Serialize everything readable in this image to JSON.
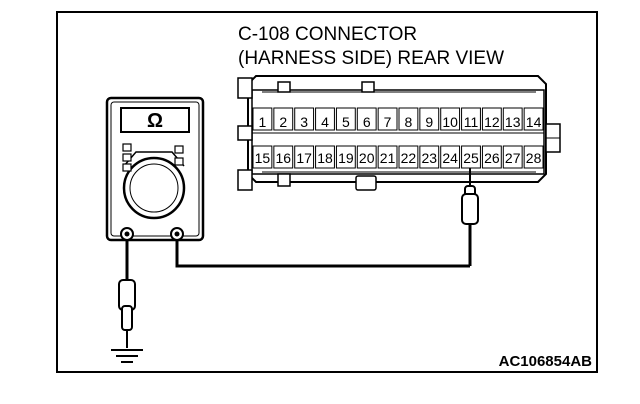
{
  "title_line1": "C-108 CONNECTOR",
  "title_line2": "(HARNESS SIDE) REAR VIEW",
  "meter_symbol": "Ω",
  "figure_id": "AC106854AB",
  "icons": {
    "meter": "ohmmeter-icon",
    "ground": "ground-icon",
    "probe": "test-probe-icon",
    "connector": "connector-icon"
  },
  "connector": {
    "top_row": [
      "1",
      "2",
      "3",
      "4",
      "5",
      "6",
      "7",
      "8",
      "9",
      "10",
      "11",
      "12",
      "13",
      "14"
    ],
    "bottom_row": [
      "15",
      "16",
      "17",
      "18",
      "19",
      "20",
      "21",
      "22",
      "23",
      "24",
      "25",
      "26",
      "27",
      "28"
    ],
    "probed_pin": "25"
  }
}
